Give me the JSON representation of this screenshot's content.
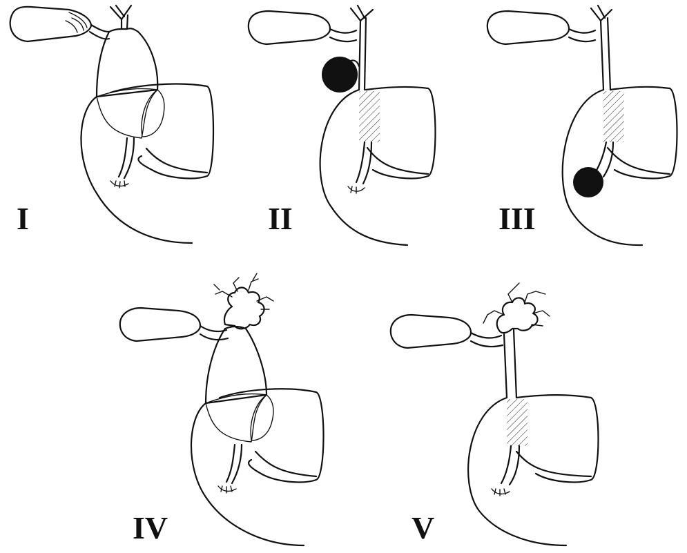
{
  "panels": [
    {
      "id": "I",
      "label": "I",
      "feature": "fusiform-cyst"
    },
    {
      "id": "II",
      "label": "II",
      "feature": "supraduodenal-diverticulum"
    },
    {
      "id": "III",
      "label": "III",
      "feature": "intraduodenal-diverticulum"
    },
    {
      "id": "IV",
      "label": "IV",
      "feature": "extra-and-intrahepatic-cysts"
    },
    {
      "id": "V",
      "label": "V",
      "feature": "intrahepatic-cysts"
    }
  ],
  "colors": {
    "ink": "#111111",
    "background": "#ffffff"
  }
}
